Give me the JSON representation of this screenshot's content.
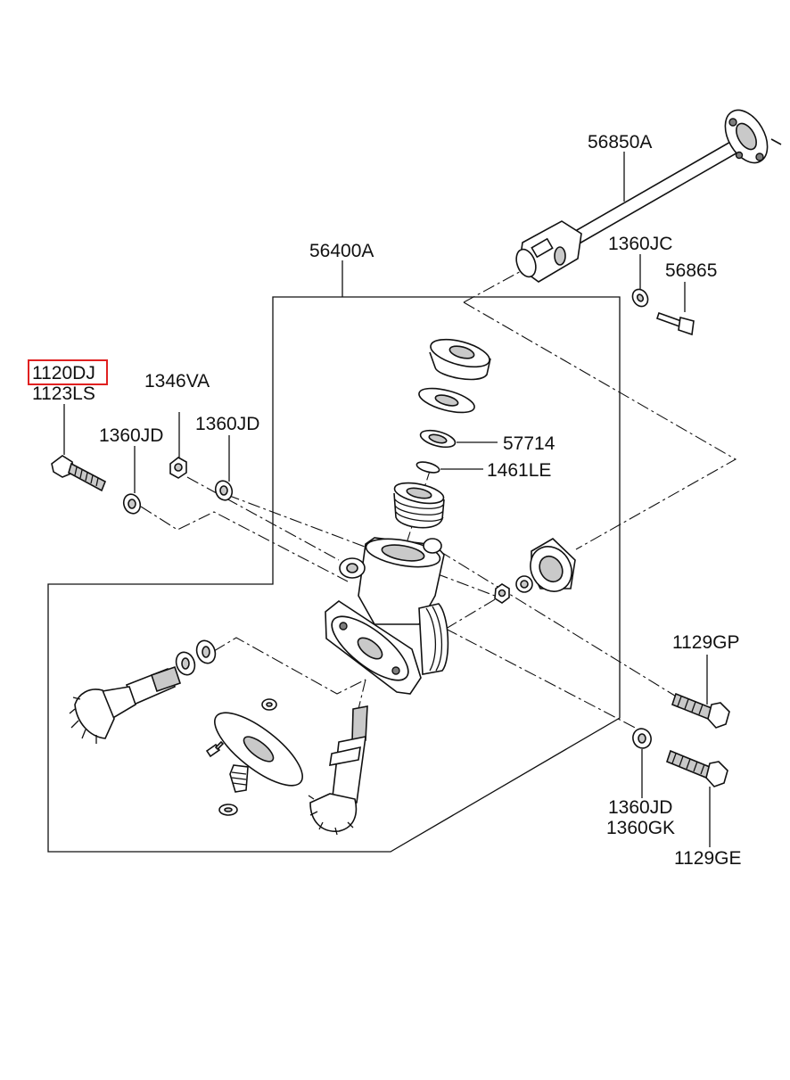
{
  "diagram": {
    "highlight_color": "#e02020",
    "labels": {
      "shaft_assembly": "56850A",
      "gear_box_assembly": "56400A",
      "nut_top_right": "1360JC",
      "bolt_top_right": "56865",
      "bolt_left_highlighted": "1120DJ",
      "bolt_left_alt": "1123LS",
      "nut_left": "1346VA",
      "washer_left_a": "1360JD",
      "washer_left_b": "1360JD",
      "oil_seal": "57714",
      "snap_ring": "1461LE",
      "bolt_right_upper": "1129GP",
      "washer_lower_a": "1360JD",
      "washer_lower_b": "1360GK",
      "bolt_right_lower": "1129GE"
    }
  }
}
